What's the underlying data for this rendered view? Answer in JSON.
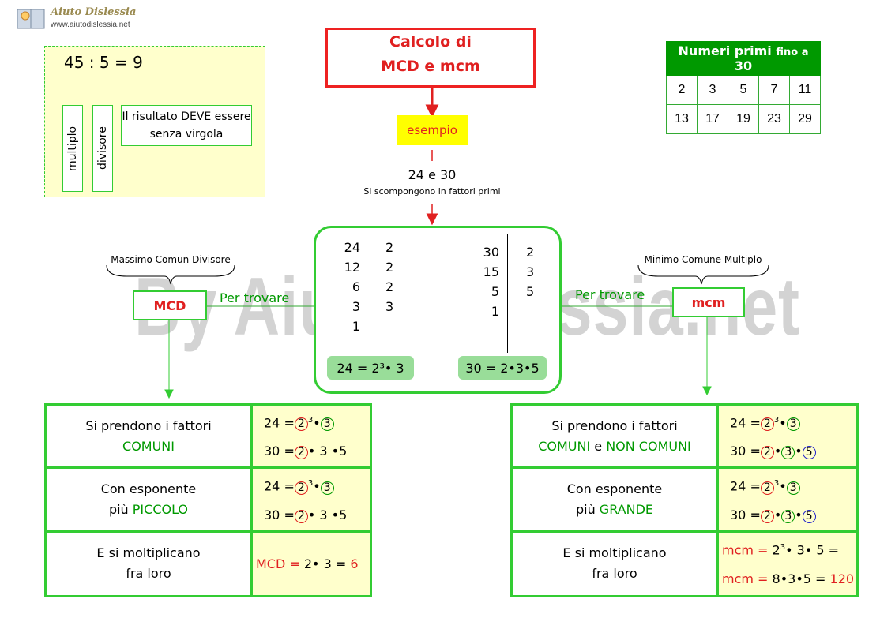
{
  "logo": {
    "name": "Aiuto Dislessia",
    "url": "www.aiutodislessia.net"
  },
  "watermark": "By AiutoDislessia.net",
  "division_example": {
    "expression": "45 : 5 = 9",
    "labels": {
      "multiplo": "multiplo",
      "divisore": "divisore",
      "note": "Il risultato DEVE essere senza virgola"
    }
  },
  "title": {
    "line1": "Calcolo di",
    "line2": "MCD e mcm"
  },
  "esempio": "esempio",
  "numbers": "24 e 30",
  "numbers_note": "Si scompongono in fattori primi",
  "primes_table": {
    "title_a": "Numeri primi",
    "title_b": "fino a",
    "title_c": "30",
    "row1": [
      "2",
      "3",
      "5",
      "7",
      "11"
    ],
    "row2": [
      "13",
      "17",
      "19",
      "23",
      "29"
    ]
  },
  "factorization": {
    "a": {
      "left": [
        "24",
        "12",
        "6",
        "3",
        "1"
      ],
      "right": [
        "2",
        "2",
        "2",
        "3"
      ],
      "result": "24 = 2³• 3"
    },
    "b": {
      "left": [
        "30",
        "15",
        "5",
        "1"
      ],
      "right": [
        "2",
        "3",
        "5"
      ],
      "result": "30 = 2•3•5"
    }
  },
  "mcd": {
    "desc": "Massimo Comun Divisore",
    "label": "MCD",
    "per": "Per trovare"
  },
  "mcm": {
    "desc": "Minimo Comune Multiplo",
    "label": "mcm",
    "per": "Per trovare"
  },
  "mcd_table": {
    "r1_l1": "Si prendono i fattori",
    "r1_l2": "COMUNI",
    "r2_l1": "Con esponente",
    "r2_l2a": "più ",
    "r2_l2b": "PICCOLO",
    "r3_l1": "E si moltiplicano",
    "r3_l2": "fra loro",
    "eq24": "24 =",
    "eq30": "30 =",
    "dot": "•",
    "three": "3",
    "two": "2",
    "five": "5",
    "exp": "3",
    "final_lbl": "MCD = ",
    "final_mid": "2• 3 = ",
    "final_val": "6",
    "s24a": "• ",
    "s30b": "• 3 •5",
    "s30c": " 3 •5"
  },
  "mcm_table": {
    "r1_l1": "Si prendono i fattori",
    "r1_l2a": "COMUNI",
    "r1_l2b": " e ",
    "r1_l2c": "NON COMUNI",
    "r2_l1": "Con esponente",
    "r2_l2a": "più ",
    "r2_l2b": "GRANDE",
    "r3_l1": "E si moltiplicano",
    "r3_l2": "fra loro",
    "eq24": "24 =",
    "eq30": "30 =",
    "dot": "•",
    "f1_lbl": "mcm = ",
    "f1_mid": "2",
    "f1_exp": "3",
    "f1_rest": "• 3• 5 =",
    "f2_lbl": "mcm = ",
    "f2_mid": "8•3•5 = ",
    "f2_val": "120"
  },
  "colors": {
    "green": "#33cc33",
    "red": "#e02020",
    "yellow": "#ffffcc",
    "highlight": "#ffff00"
  }
}
